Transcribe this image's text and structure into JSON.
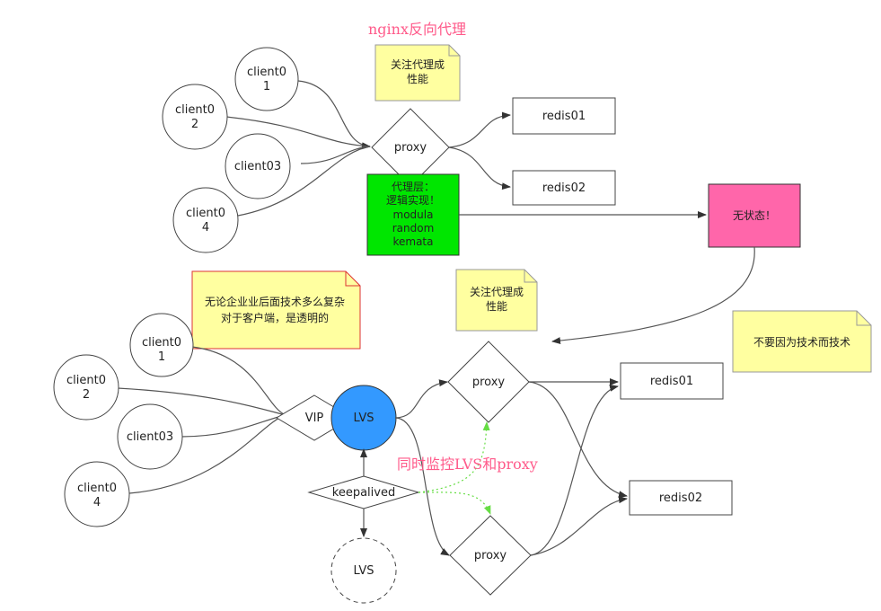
{
  "labels": {
    "nginx_title": "nginx反向代理",
    "note_top": [
      "关注代理成",
      "性能"
    ],
    "clients_top": [
      [
        "client0",
        "1"
      ],
      [
        "client0",
        "2"
      ],
      [
        "client03"
      ],
      [
        "client0",
        "4"
      ]
    ],
    "proxy_top": "proxy",
    "redis_top_1": "redis01",
    "redis_top_2": "redis02",
    "proxy_layer": [
      "代理层：",
      "逻辑实现！",
      "modula",
      "random",
      "kemata"
    ],
    "stateless": "无状态！",
    "note_enterprise": [
      "无论企业业后面技术多么复杂",
      "对于客户端，是透明的"
    ],
    "note_mid": [
      "关注代理成",
      "性能"
    ],
    "note_right": "不要因为技术而技术",
    "clients_bottom": [
      [
        "client0",
        "1"
      ],
      [
        "client0",
        "2"
      ],
      [
        "client03"
      ],
      [
        "client0",
        "4"
      ]
    ],
    "vip": "VIP",
    "lvs": "LVS",
    "lvs_standby": "LVS",
    "keepalived": "keepalived",
    "monitor": "同时监控LVS和proxy",
    "proxy_b1": "proxy",
    "proxy_b2": "proxy",
    "redis_b1": "redis01",
    "redis_b2": "redis02"
  },
  "colors": {
    "proxy_layer_fill": "#00e600",
    "stateless_fill": "#ff66aa",
    "lvs_fill": "#3399ff",
    "note_fill": "#ffffa0",
    "title_pink": "#ff5a8a",
    "monitor_arrow": "#66dd44"
  }
}
